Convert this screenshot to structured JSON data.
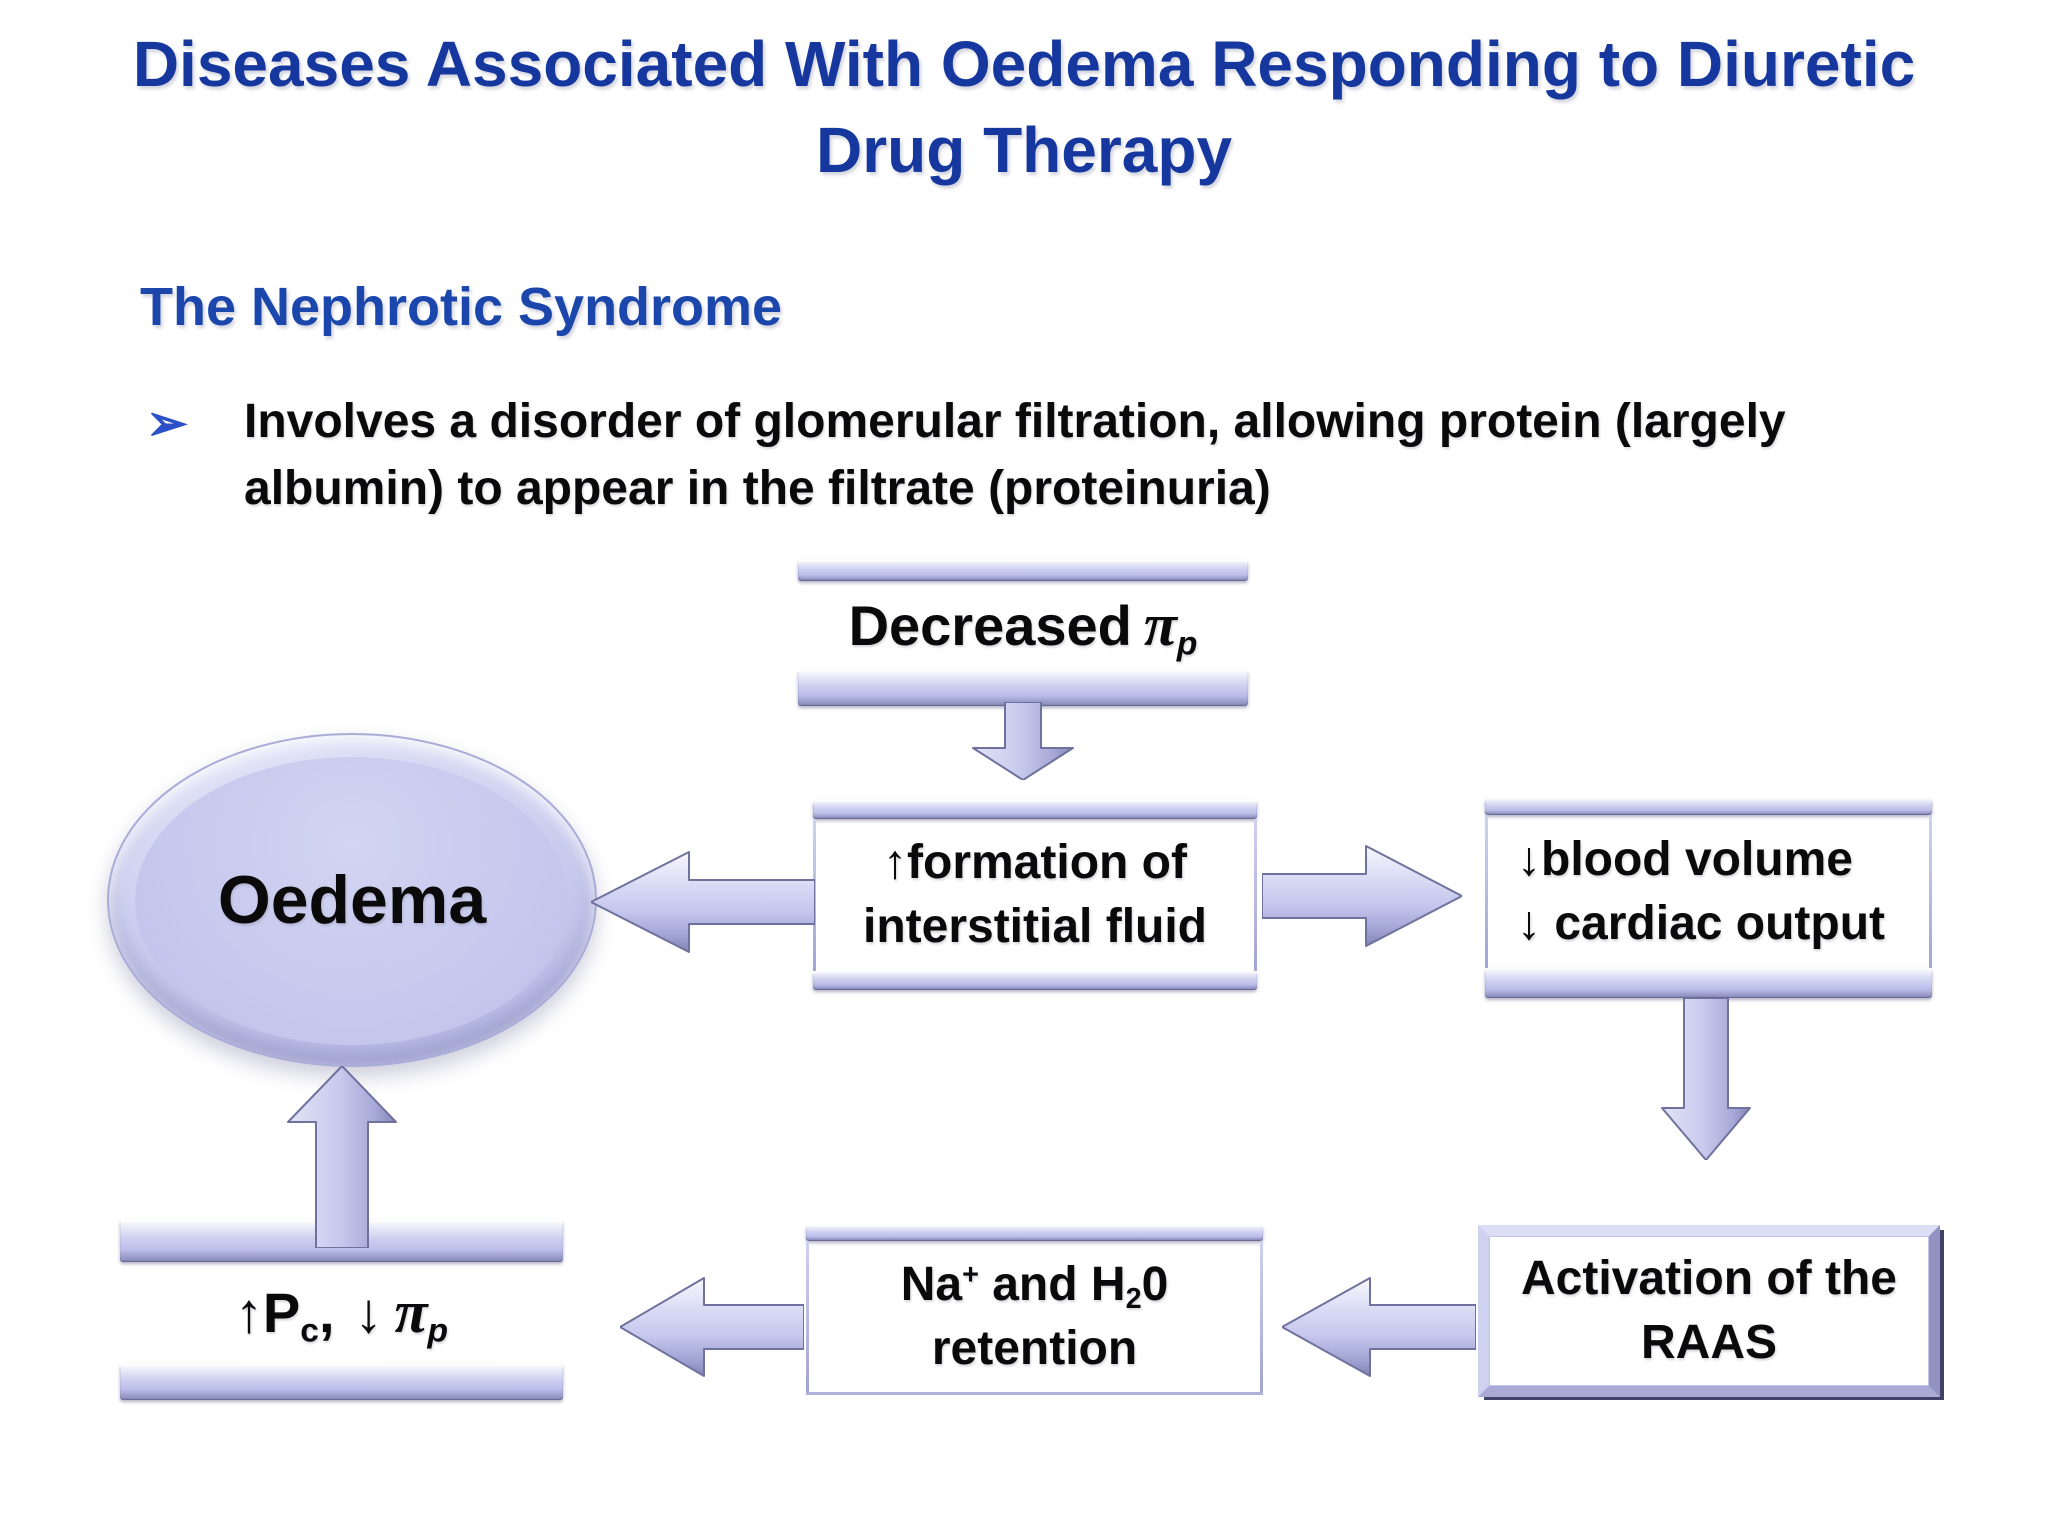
{
  "slide": {
    "title_line1": "Diseases Associated With Oedema Responding to Diuretic",
    "title_line2": "Drug Therapy",
    "subtitle": "The Nephrotic Syndrome",
    "bullet_marker": "➢",
    "bullet_text": "Involves a disorder of glomerular filtration, allowing protein (largely albumin) to appear in the filtrate (proteinuria)",
    "colors": {
      "title_blue": "#16389e",
      "subtitle_blue": "#1b46ac",
      "bullet_blue": "#2b50c8",
      "lavender": "#c9cbee",
      "lavender_dark": "#8688b6",
      "lavender_light": "#eceef9",
      "text_black": "#0a0a0a"
    }
  },
  "flowchart": {
    "decreased_box": {
      "text": "Decreased",
      "pi": "π",
      "pi_sub": "p"
    },
    "formation_box": {
      "line1": "↑formation of",
      "line2": "interstitial fluid"
    },
    "oedema": {
      "label": "Oedema"
    },
    "blood_box": {
      "line1": "↓blood volume",
      "line2": "↓ cardiac output"
    },
    "raas_box": {
      "line1": "Activation of the",
      "line2": "RAAS"
    },
    "na_box": {
      "na": "Na",
      "plus": "+",
      "and": " and H",
      "two": "2",
      "zero": "0",
      "line2": "retention"
    },
    "pc_box": {
      "up_p": "↑P",
      "c_sub": "c",
      "comma": ",",
      "down": "↓",
      "pi": "π",
      "pi_sub": "p"
    }
  }
}
